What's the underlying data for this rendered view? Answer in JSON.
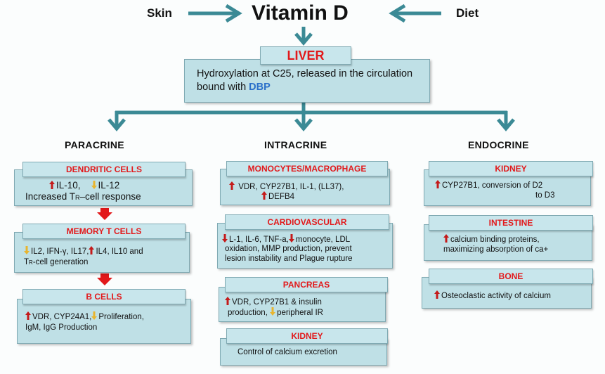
{
  "top": {
    "skin": "Skin",
    "title": "Vitamin D",
    "diet": "Diet"
  },
  "liver": {
    "title": "LIVER",
    "text_part1": "Hydroxylation at C25, released in the circulation bound with ",
    "text_dbp": "DBP"
  },
  "columns": {
    "paracrine": "PARACRINE",
    "intracrine": "INTRACRINE",
    "endocrine": "ENDOCRINE"
  },
  "paracrine": {
    "dendritic": {
      "title": "DENDRITIC CELLS",
      "il10": "IL-10,",
      "il12": "IL-12",
      "line2_a": "Increased T",
      "line2_sub": "R",
      "line2_b": "–cell response"
    },
    "memory": {
      "title": "MEMORY T CELLS",
      "a": "IL2,  IFN-γ, IL17,",
      "b": "IL4, IL10 and",
      "c_pre": "T",
      "c_sub": "R",
      "c_post": "-cell generation"
    },
    "bcells": {
      "title": "B CELLS",
      "a": "VDR, CYP24A1,",
      "b": "Proliferation,",
      "c": "IgM, IgG Production"
    }
  },
  "intracrine": {
    "mono": {
      "title": "MONOCYTES/MACROPHAGE",
      "a": "VDR, CYP27B1, IL-1, (LL37),",
      "b": "DEFB4"
    },
    "cardio": {
      "title": "CARDIOVASCULAR",
      "a": "L-1, IL-6, TNF-a,",
      "b": "monocyte, LDL",
      "c": "oxidation, MMP production, prevent",
      "d": "lesion instability and Plague rupture"
    },
    "pancreas": {
      "title": "PANCREAS",
      "a": "VDR, CYP27B1 & insulin",
      "b": "production,",
      "c": "peripheral IR"
    },
    "kidney": {
      "title": "KIDNEY",
      "a": "Control of calcium excretion"
    }
  },
  "endocrine": {
    "kidney": {
      "title": "KIDNEY",
      "a": "CYP27B1, conversion of D2",
      "b": "to D3"
    },
    "intestine": {
      "title": "INTESTINE",
      "a": "calcium binding proteins,",
      "b": "maximizing absorption of ca+"
    },
    "bone": {
      "title": "BONE",
      "a": "Osteoclastic activity of calcium"
    }
  },
  "colors": {
    "arrow_teal": "#3b8a95",
    "header_red": "#e2191b",
    "box_fill": "#bfe0e6",
    "up_arrow": "#c41a1a",
    "down_arrow": "#e8b530",
    "dbp_blue": "#2a6fc9"
  }
}
